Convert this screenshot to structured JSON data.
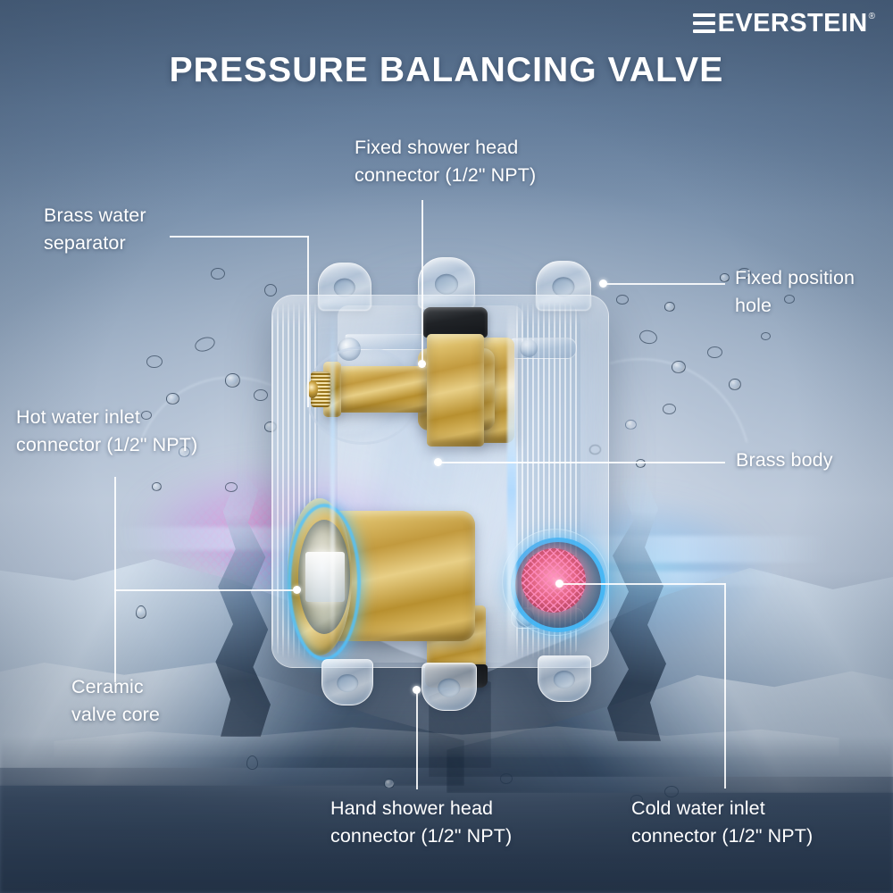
{
  "header": {
    "brand_name": "EVERSTEIN",
    "brand_registered": "®",
    "logo_icon": "everstein-e-bars-icon",
    "title": "PRESSURE BALANCING VALVE"
  },
  "product": {
    "name": "Pressure Balancing Valve",
    "render_description": "Exploded cutaway 3D render of a brass pressure balancing shower valve inside a translucent housing, surrounded by water splash"
  },
  "callouts": [
    {
      "id": "fixed-shower-head-connector",
      "text": "Fixed shower head\nconnector (1/2\" NPT)",
      "position": "top-center"
    },
    {
      "id": "brass-water-separator",
      "text": "Brass water\nseparator",
      "position": "top-left"
    },
    {
      "id": "fixed-position-hole",
      "text": "Fixed position\nhole",
      "position": "top-right"
    },
    {
      "id": "hot-water-inlet-connector",
      "text": "Hot water inlet\nconnector (1/2\" NPT)",
      "position": "middle-left"
    },
    {
      "id": "brass-body",
      "text": "Brass body",
      "position": "middle-right"
    },
    {
      "id": "ceramic-valve-core",
      "text": "Ceramic\nvalve core",
      "position": "bottom-left"
    },
    {
      "id": "hand-shower-head-connector",
      "text": "Hand shower head\nconnector (1/2\" NPT)",
      "position": "bottom-center"
    },
    {
      "id": "cold-water-inlet-connector",
      "text": "Cold water inlet\nconnector (1/2\" NPT)",
      "position": "bottom-right"
    }
  ],
  "colors": {
    "background_top": "#5f7b9c",
    "background_mid": "#b9c6d6",
    "background_bottom": "#6b7e99",
    "text": "#ffffff",
    "brass": "#c99f3e",
    "glow_cyan": "#50c3ff",
    "glow_pink": "#ff78c8",
    "leader_line": "#ffffff"
  }
}
